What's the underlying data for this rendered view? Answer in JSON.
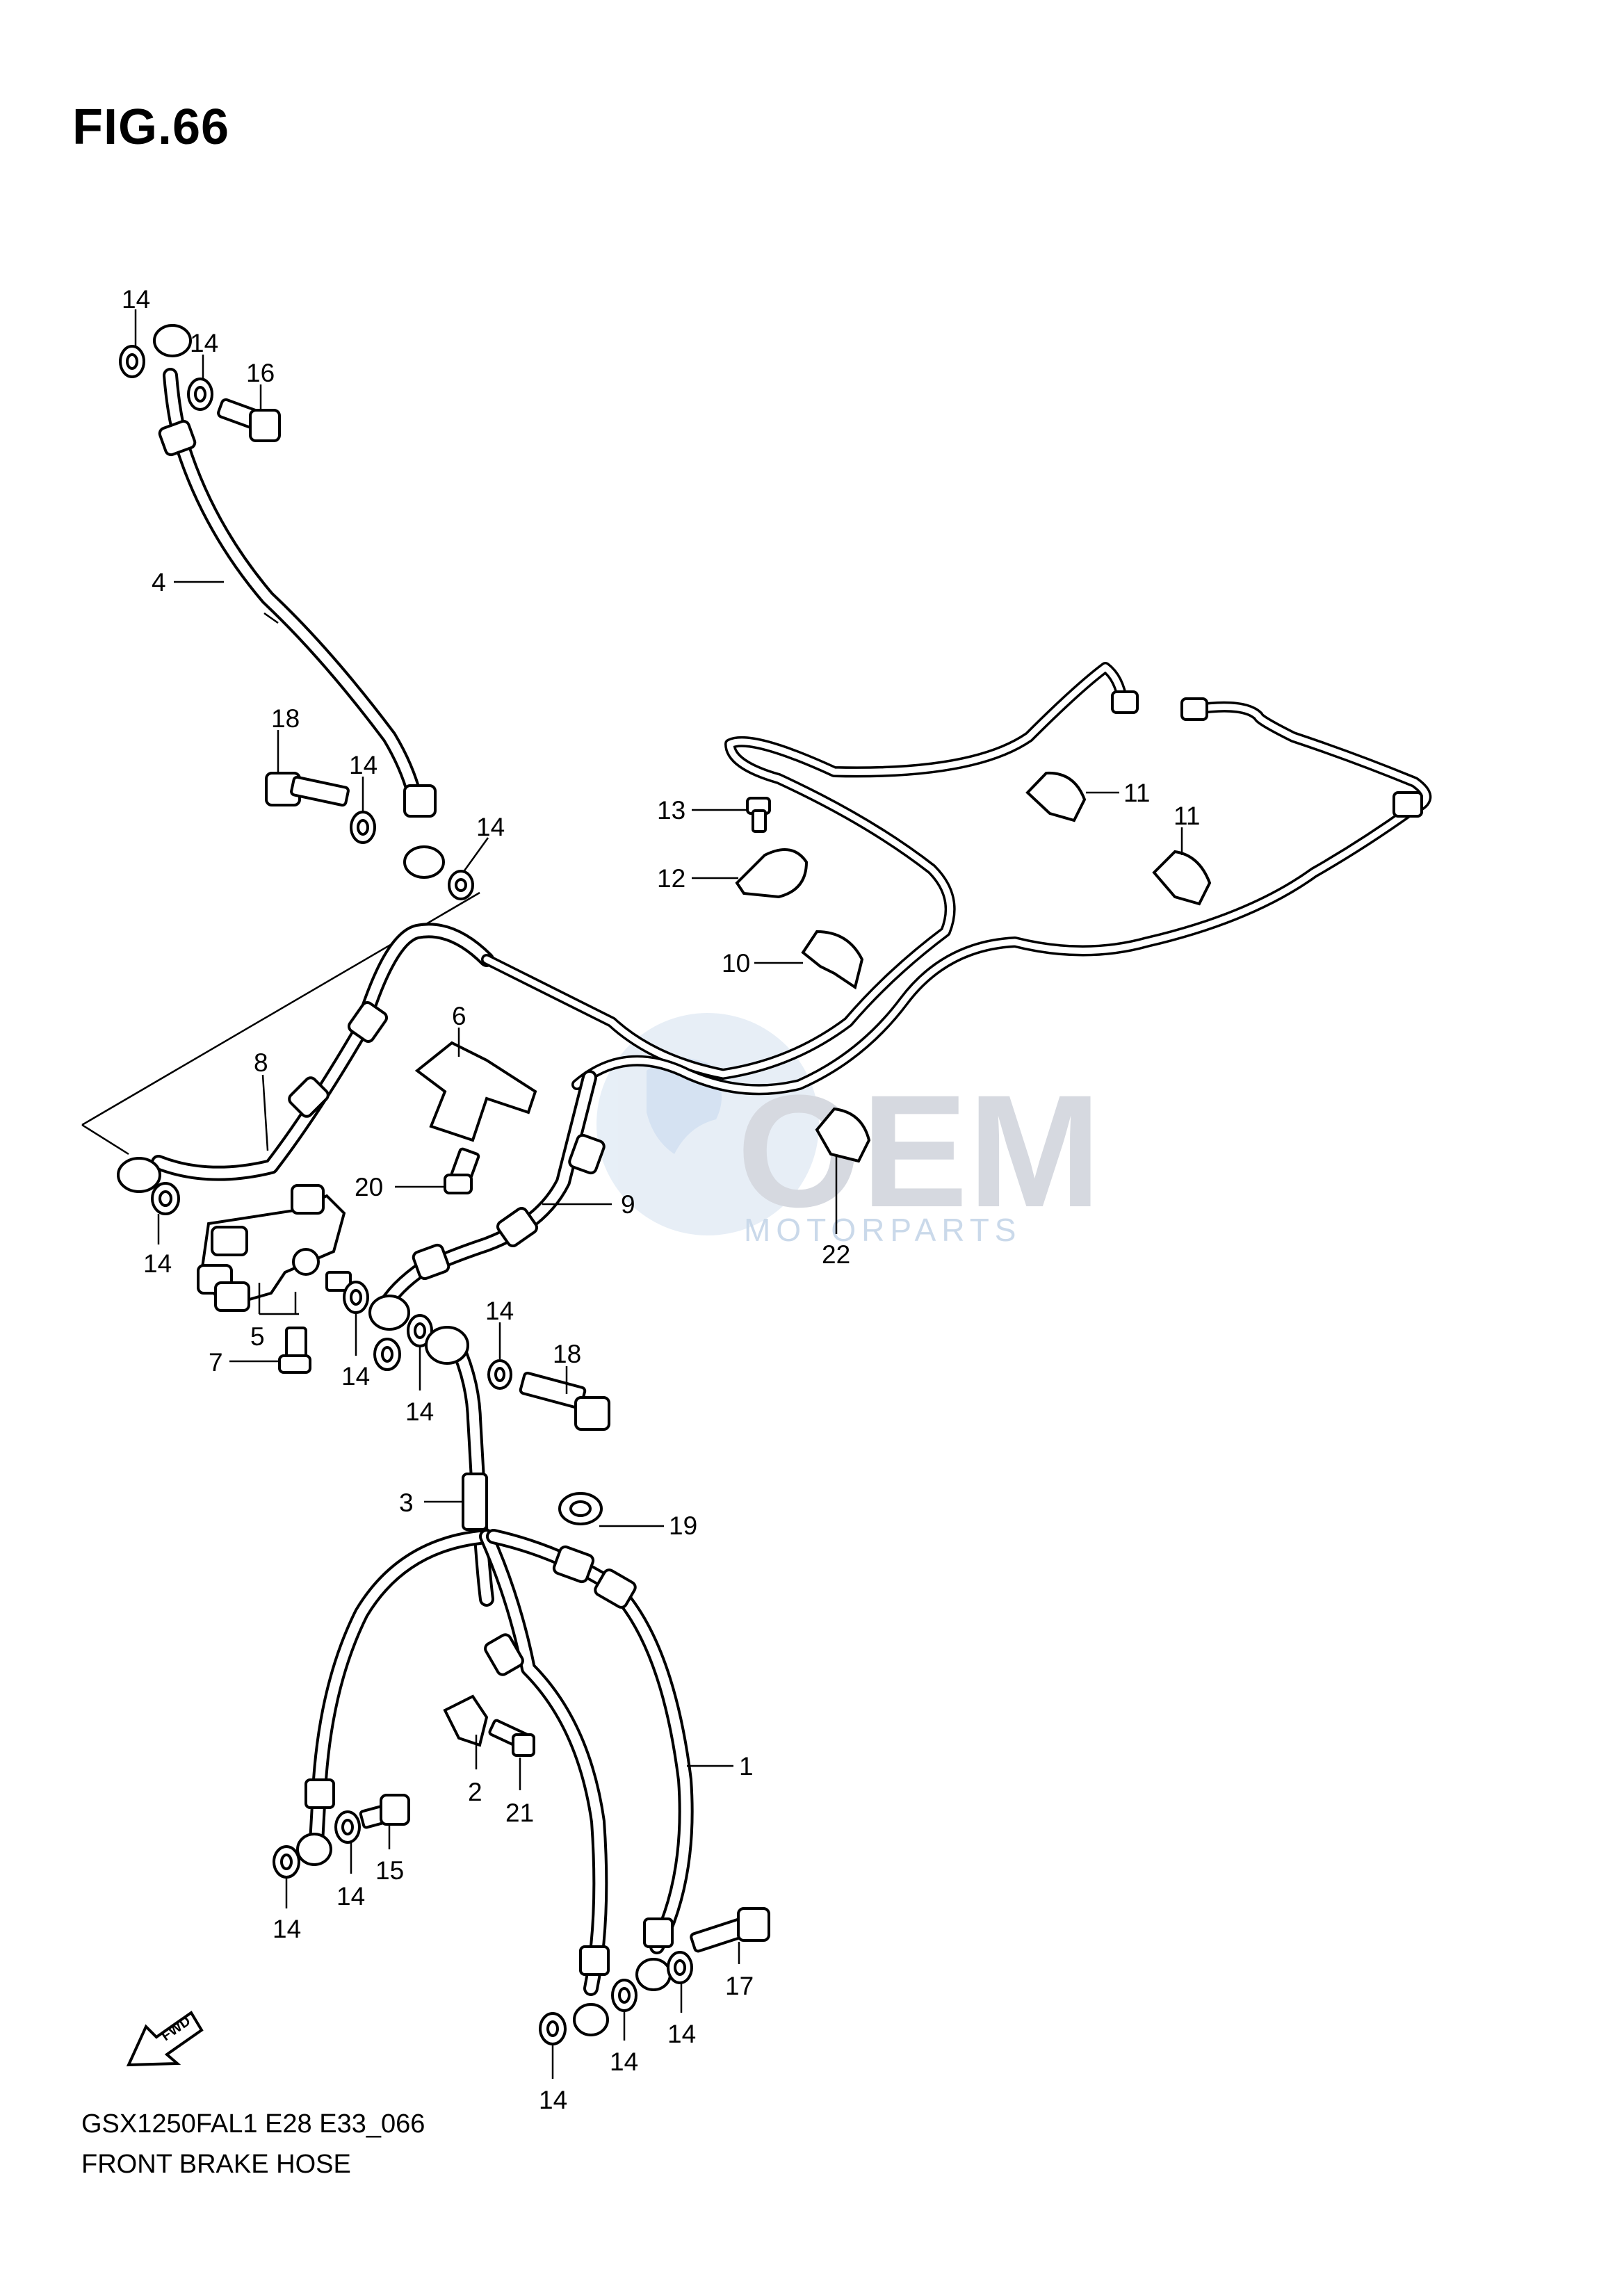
{
  "figure": {
    "title": "FIG.66"
  },
  "footer": {
    "model_code": "GSX1250FAL1 E28 E33_066",
    "diagram_name": "FRONT BRAKE HOSE"
  },
  "watermark": {
    "brand": "OEM",
    "sub": "MOTORPARTS"
  },
  "callouts": {
    "c14a": "14",
    "c14b": "14",
    "c16": "16",
    "c4": "4",
    "c18a": "18",
    "c14c": "14",
    "c14d": "14",
    "c13": "13",
    "c12": "12",
    "c11a": "11",
    "c11b": "11",
    "c10": "10",
    "c6": "6",
    "c8": "8",
    "c20": "20",
    "c9": "9",
    "c22": "22",
    "c14e": "14",
    "c5": "5",
    "c7": "7",
    "c14f": "14",
    "c14g": "14",
    "c14h": "14",
    "c18b": "18",
    "c3": "3",
    "c19": "19",
    "c1": "1",
    "c2": "2",
    "c21": "21",
    "c15": "15",
    "c14i": "14",
    "c14j": "14",
    "c17": "17",
    "c14k": "14",
    "c14l": "14",
    "c14m": "14"
  },
  "fwd_arrow_label": "FWD"
}
